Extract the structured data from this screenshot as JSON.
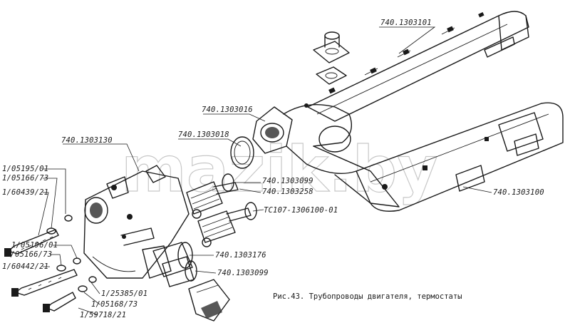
{
  "watermark": "mazik.by",
  "caption": "Рис.43. Трубопроводы двигателя, термостаты",
  "part_labels": {
    "p740_1303101": "740.1303101",
    "p740_1303016": "740.1303016",
    "p740_1303018": "740.1303018",
    "p740_1303130": "740.1303130",
    "p740_1303099_top": "740.1303099",
    "p740_1303258": "740.1303258",
    "p740_1303100": "740.1303100",
    "tc107": "ТС107-1306100-01",
    "p740_1303176": "740.1303176",
    "p740_1303099_bot": "740.1303099",
    "b1_05195_01": "1/05195/01",
    "b1_05166_73_top": "1/05166/73",
    "b1_60439_21": "1/60439/21",
    "b1_05196_01": "1/05196/01",
    "b1_05166_73_mid": "1/05166/73",
    "b1_60442_21": "1/60442/21",
    "b1_25385_01": "1/25385/01",
    "b1_05168_73": "1/05168/73",
    "b1_59718_21": "1/59718/21"
  }
}
